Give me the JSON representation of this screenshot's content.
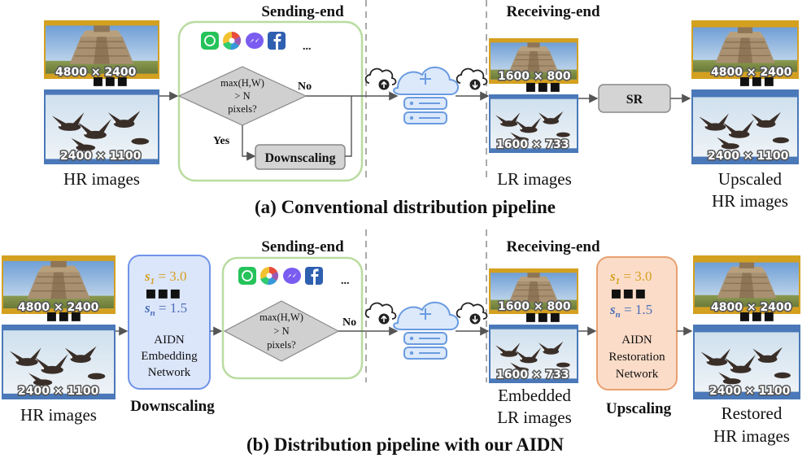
{
  "section_a": {
    "caption": "(a) Conventional distribution pipeline",
    "sending_end": "Sending-end",
    "receiving_end": "Receiving-end",
    "hr_images_label": "HR images",
    "lr_images_label": "LR images",
    "upscaled_label_line1": "Upscaled",
    "upscaled_label_line2": "HR images",
    "img_res_1": "4800 × 2400",
    "img_res_2": "2400 × 1100",
    "lr_res_1": "1600 × 800",
    "lr_res_2": "1600 × 733",
    "out_res_1": "4800 × 2400",
    "out_res_2": "2400 × 1100",
    "decision_line1": "max(H,W)",
    "decision_line2": "> N",
    "decision_line3": "pixels?",
    "no_label": "No",
    "yes_label": "Yes",
    "downscaling_box": "Downscaling",
    "sr_box": "SR",
    "more_apps": "..."
  },
  "section_b": {
    "caption": "(b) Distribution pipeline with our AIDN",
    "sending_end": "Sending-end",
    "receiving_end": "Receiving-end",
    "hr_images_label": "HR images",
    "embedded_line1": "Embedded",
    "embedded_line2": "LR images",
    "restored_line1": "Restored",
    "restored_line2": "HR images",
    "img_res_1": "4800 × 2400",
    "img_res_2": "2400 × 1100",
    "lr_res_1": "1600 × 800",
    "lr_res_2": "1600 × 733",
    "out_res_1": "4800 × 2400",
    "out_res_2": "2400 × 1100",
    "decision_line1": "max(H,W)",
    "decision_line2": "> N",
    "decision_line3": "pixels?",
    "no_label": "No",
    "downscaling_label": "Downscaling",
    "upscaling_label": "Upscaling",
    "embed_s1": "s",
    "embed_s1_sub": "1",
    "embed_s1_val": " = 3.0",
    "embed_sn": "s",
    "embed_sn_sub": "n",
    "embed_sn_val": " = 1.5",
    "embed_line1": "AIDN",
    "embed_line2": "Embedding",
    "embed_line3": "Network",
    "restore_s1": "s",
    "restore_s1_sub": "1",
    "restore_s1_val": " = 3.0",
    "restore_sn": "s",
    "restore_sn_sub": "n",
    "restore_sn_val": " = 1.5",
    "restore_line1": "AIDN",
    "restore_line2": "Restoration",
    "restore_line3": "Network",
    "more_apps": "..."
  },
  "icons": [
    "whatsapp-icon",
    "photos-icon",
    "messenger-icon",
    "facebook-icon",
    "cloud-upload-icon",
    "cloud-server-icon",
    "cloud-download-icon",
    "pyramid-photo",
    "geese-photo"
  ],
  "colors": {
    "green_box": "#b9dca0",
    "blue_box_fill": "#dce6fb",
    "blue_box_stroke": "#6f93e8",
    "orange_box_fill": "#fbdcc8",
    "orange_box_stroke": "#e8a070",
    "gold_text": "#d4a020",
    "blue_text": "#4a6fb8",
    "grey_box": "#d4d4d4",
    "photo_frame_gold": "#d4a020",
    "photo_frame_blue": "#4a78b8"
  }
}
